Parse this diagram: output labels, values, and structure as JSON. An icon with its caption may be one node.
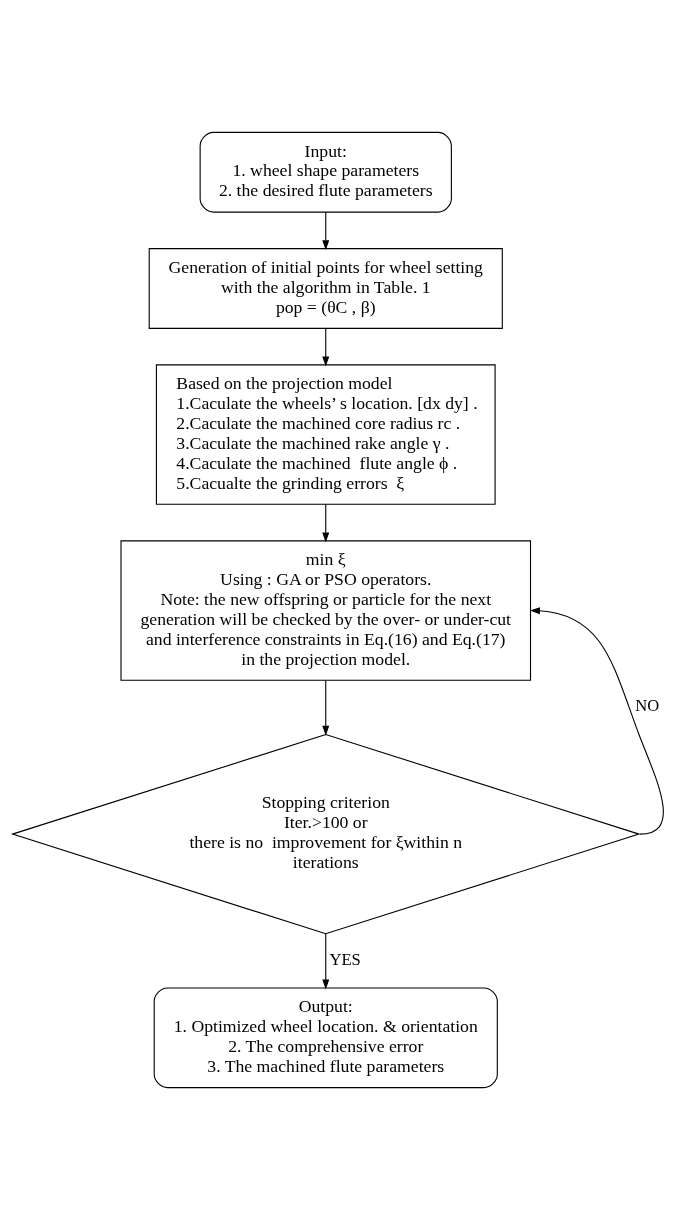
{
  "diagram": {
    "nodes": [
      {
        "text": [
          "Input:",
          "1. wheel shape parameters",
          "2. the desired flute parameters"
        ]
      },
      {
        "text": [
          "Generation of initial points for wheel setting with the algorithm in Table. 1",
          "pop = (θC , β)"
        ]
      },
      {
        "text": [
          "Based on the projection model",
          "1.Caculate the wheels’ s location. [dx dy] .",
          "2.Caculate the machined core radius rc .",
          "3.Caculate the machined rake angle γ .",
          "4.Caculate the machined  flute angle ϕ .",
          "5.Cacualte the grinding errors  ξ"
        ]
      },
      {
        "text": [
          "min ξ",
          "Using : GA or PSO operators.",
          "Note: the new offspring or particle for the next generation will be checked by the over- or under-cut and interference constraints in Eq.(16) and Eq.(17) in the projection model."
        ]
      },
      {
        "text": [
          "Stopping criterion",
          "Iter.>100 or",
          "there is no  improvement for ξwithin n iterations"
        ]
      },
      {
        "text": [
          "Output:",
          "1. Optimized wheel location. & orientation",
          "2. The comprehensive error",
          "3. The machined flute parameters"
        ]
      }
    ],
    "edges": [
      {
        "from": 0,
        "to": 1,
        "arrow": "to"
      },
      {
        "from": 1,
        "to": 2,
        "arrow": "to"
      },
      {
        "from": 2,
        "to": 3,
        "arrow": "to"
      },
      {
        "from": 3,
        "to": 4,
        "arrow": "to"
      },
      {
        "from": 4,
        "to": 3,
        "arrow": "to",
        "label": "NO"
      },
      {
        "from": 4,
        "to": 5,
        "arrow": "to",
        "label": "YES"
      }
    ]
  }
}
